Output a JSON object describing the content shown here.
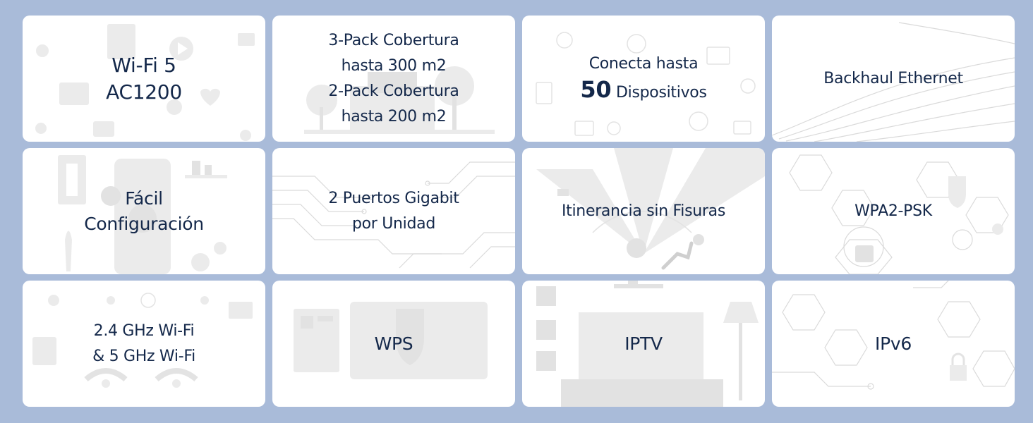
{
  "tiles": [
    {
      "id": "wifi5",
      "lines": [
        "Wi-Fi 5",
        "AC1200"
      ]
    },
    {
      "id": "coverage",
      "lines": [
        "3-Pack Cobertura",
        "hasta 300 m2",
        "2-Pack Cobertura",
        "hasta 200 m2"
      ]
    },
    {
      "id": "devices",
      "line1": "Conecta hasta",
      "number": "50",
      "suffix": "Dispositivos"
    },
    {
      "id": "backhaul",
      "lines": [
        "Backhaul Ethernet"
      ]
    },
    {
      "id": "setup",
      "lines": [
        "Fácil",
        "Configuración"
      ]
    },
    {
      "id": "ports",
      "lines": [
        "2 Puertos Gigabit",
        "por Unidad"
      ]
    },
    {
      "id": "roaming",
      "lines": [
        "Itinerancia sin Fisuras"
      ]
    },
    {
      "id": "security",
      "lines": [
        "WPA2-PSK"
      ]
    },
    {
      "id": "bands",
      "lines": [
        "2.4 GHz Wi-Fi",
        "& 5 GHz Wi-Fi"
      ]
    },
    {
      "id": "wps",
      "lines": [
        "WPS"
      ]
    },
    {
      "id": "iptv",
      "lines": [
        "IPTV"
      ]
    },
    {
      "id": "ipv6",
      "lines": [
        "IPv6"
      ]
    }
  ],
  "colors": {
    "background": "#a9bbd9",
    "tile": "#ffffff",
    "text": "#14284a",
    "illustration": "#ebebeb"
  }
}
